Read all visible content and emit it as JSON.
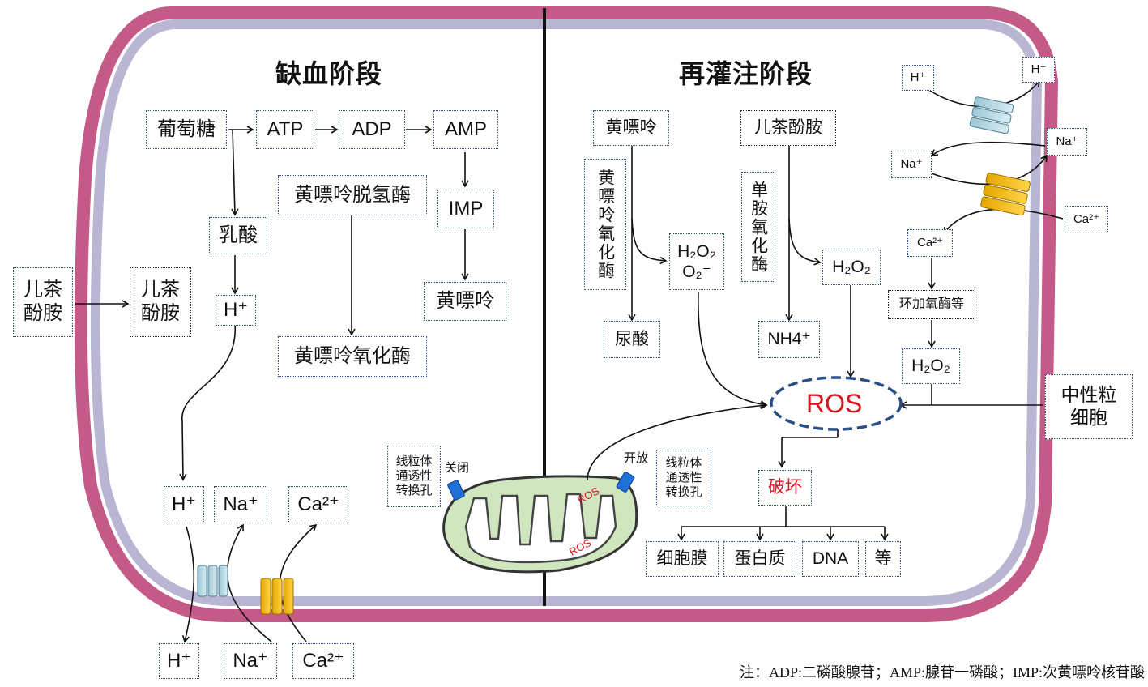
{
  "titles": {
    "ischemia": "缺血阶段",
    "reperfusion": "再灌注阶段"
  },
  "ischemia": {
    "glucose": "葡萄糖",
    "atp": "ATP",
    "adp": "ADP",
    "amp": "AMP",
    "lactate": "乳酸",
    "h_inner": "H⁺",
    "xdh": "黄嘌呤脱氢酶",
    "imp": "IMP",
    "hypoxanthine": "黄嘌呤",
    "xo": "黄嘌呤氧化酶",
    "catecholamine_out": "儿茶\n酚胺",
    "catecholamine_in": "儿茶\n酚胺",
    "h_membrane_in": "H⁺",
    "na_membrane_in": "Na⁺",
    "ca_membrane_in": "Ca²⁺",
    "h_membrane_out": "H⁺",
    "na_membrane_out": "Na⁺",
    "ca_membrane_out": "Ca²⁺",
    "mptp_closed": "线粒体\n通透性\n转换孔",
    "closed": "关闭"
  },
  "reperfusion": {
    "hypoxanthine": "黄嘌呤",
    "xo_vertical": "黄嘌呤氧化酶",
    "uric_acid": "尿酸",
    "h2o2_o2_line1": "H₂O₂",
    "h2o2_o2_line2": "O₂⁻",
    "catecholamine": "儿茶酚胺",
    "mao_vertical": "单胺氧化酶",
    "h2o2_a": "H₂O₂",
    "nh4": "NH4⁺",
    "ros": "ROS",
    "damage": "破坏",
    "targets": [
      "细胞膜",
      "蛋白质",
      "DNA",
      "等"
    ],
    "open": "开放",
    "mptp_open": "线粒体\n通透性\n转换孔",
    "mito_ros_1": "ROS",
    "mito_ros_2": "ROS",
    "neutrophil": "中性粒\n细胞",
    "h_in": "H⁺",
    "h_out": "H⁺",
    "na_in": "Na⁺",
    "na_out": "Na⁺",
    "ca_out": "Ca²⁺",
    "ca_in": "Ca²⁺",
    "cox": "环加氧酶等",
    "h2o2_b": "H₂O₂"
  },
  "note": "注：ADP:二磷酸腺苷；AMP:腺苷一磷酸；IMP:次黄嘌呤核苷酸",
  "colors": {
    "membrane_outer": "#c45a87",
    "membrane_inner": "#b9b6d4",
    "box_border": "#1f4e8c",
    "ros_red": "#d8141c",
    "mito_fill": "#cfe6bf"
  }
}
